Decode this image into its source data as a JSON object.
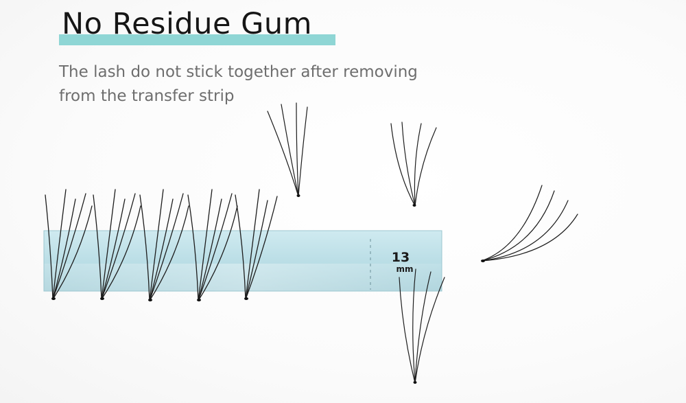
{
  "heading": "No Residue Gum",
  "description_lines": [
    "The lash do not stick together after removing",
    "from the transfer strip"
  ],
  "ruler": {
    "value": "13",
    "unit": "mm"
  },
  "colors": {
    "accent_bar": "#8fd6d5",
    "strip": "#bfe3ea",
    "lash": "#1a1a1a"
  }
}
